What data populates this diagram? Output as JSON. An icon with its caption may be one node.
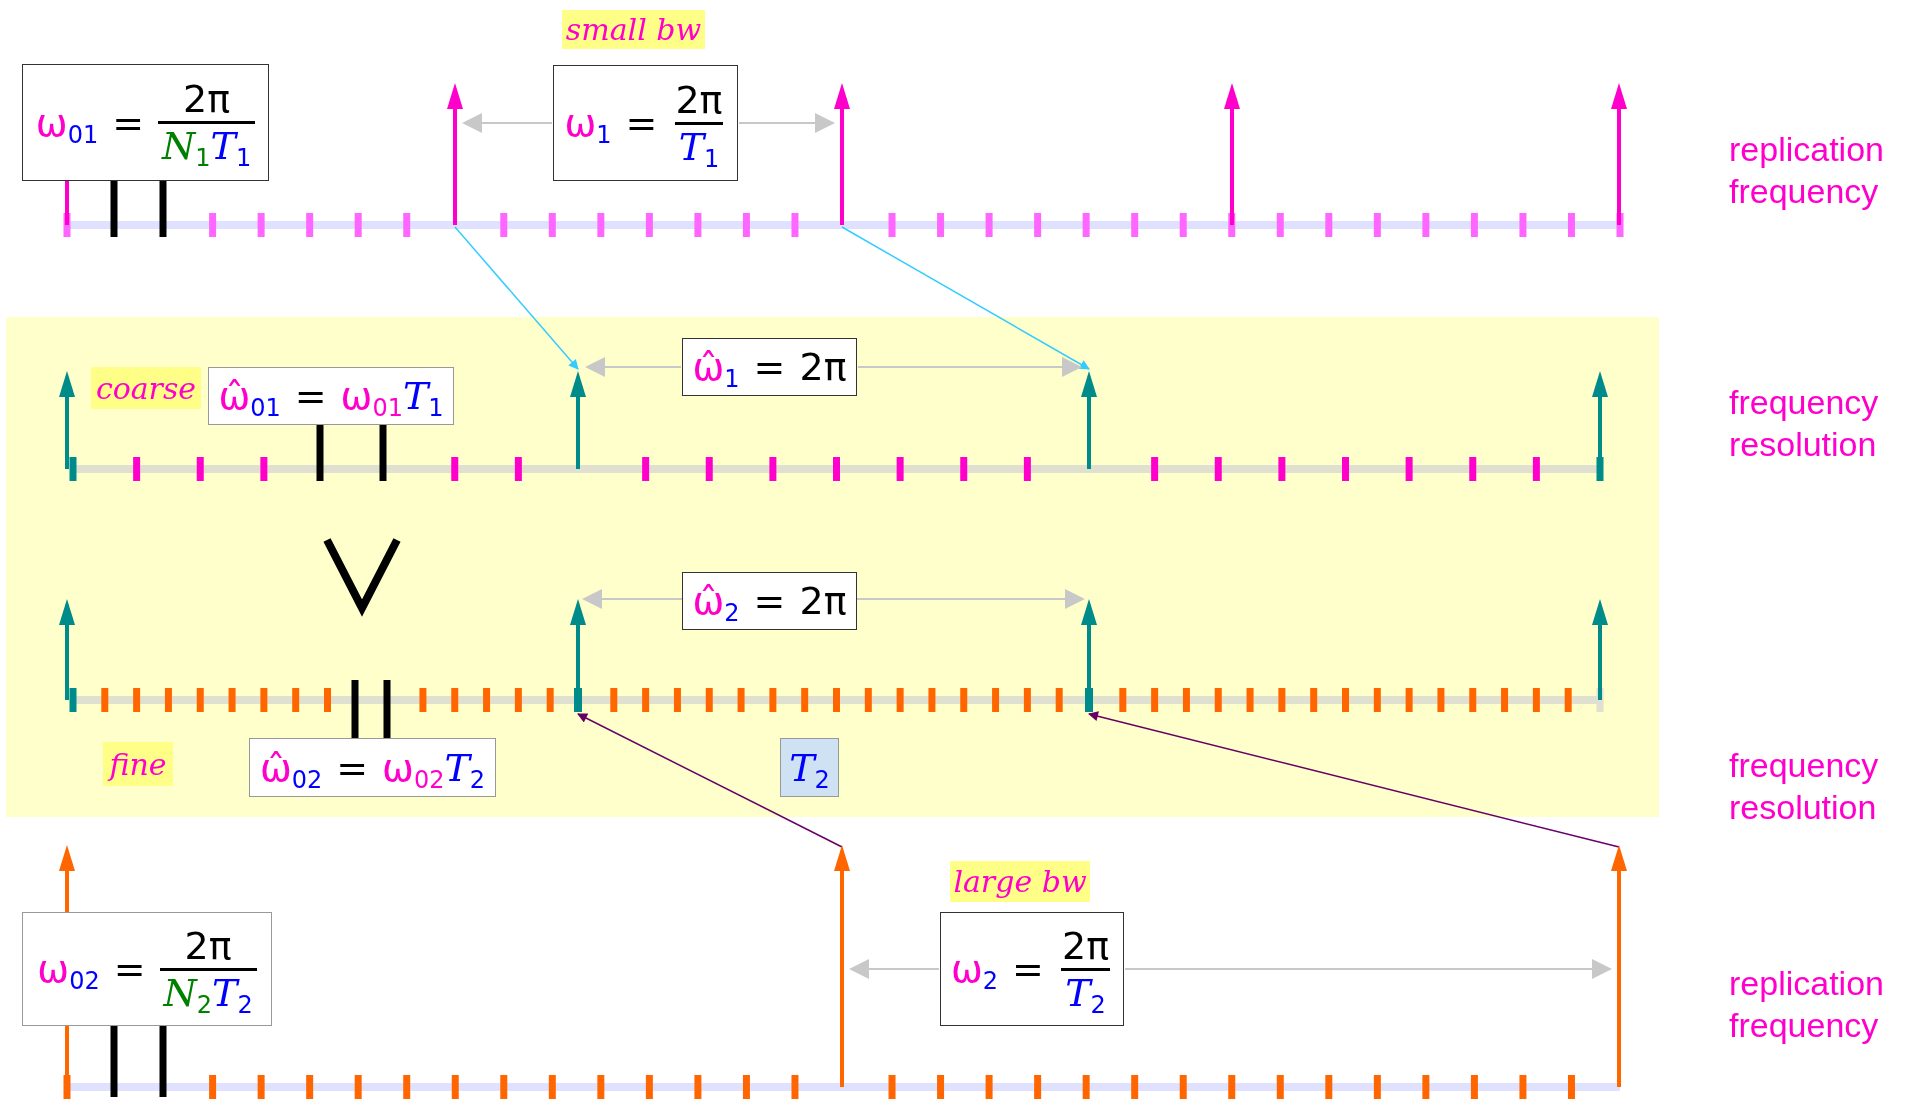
{
  "diagram": {
    "nodes": [
      {
        "text": [
          "small bw"
        ]
      },
      {
        "text": [
          "ω$_{01}$",
          "=",
          "2π",
          "*N*$_{1}$*T*$_{1}$"
        ]
      },
      {
        "text": [
          "ω$_{1}$",
          "=",
          "2π",
          "*T*$_{1}$"
        ]
      },
      {
        "text": [],
        "shape": "arrow"
      },
      {
        "text": [],
        "shape": "arrow"
      },
      {
        "text": [
          "coarse"
        ]
      },
      {
        "text": [
          "ω̂$_{01}$",
          "=",
          "ω$_{01}$*T*$_{1}$"
        ]
      },
      {
        "text": [
          "ω̂$_{1}$",
          "=",
          "2π"
        ]
      },
      {
        "text": [],
        "shape": "arrow"
      },
      {
        "text": [],
        "shape": "arrow"
      },
      {
        "text": [
          "ω̂$_{2}$",
          "=",
          "2π"
        ]
      },
      {
        "text": [],
        "shape": "bar"
      },
      {
        "text": [],
        "shape": "bar"
      },
      {
        "text": [
          "fine"
        ]
      },
      {
        "text": [
          "ω̂$_{02}$",
          "=",
          "ω$_{02}$*T*$_{2}$"
        ]
      },
      {
        "text": [
          "*T*$_{2}$"
        ]
      },
      {
        "text": [
          "large bw"
        ]
      },
      {
        "text": [
          "ω$_{02}$",
          "=",
          "2π",
          "*N*$_{2}$*T*$_{2}$"
        ]
      },
      {
        "text": [],
        "shape": "arrow"
      },
      {
        "text": [],
        "shape": "arrow"
      },
      {
        "text": [
          "ω$_{2}$",
          "=",
          "2π",
          "*T*$_{2}$"
        ]
      }
    ],
    "edges": [
      {
        "from": 3,
        "to": 8,
        "arrow": "to",
        "color": "#33ccff"
      },
      {
        "from": 4,
        "to": 9,
        "arrow": "to",
        "color": "#33ccff"
      },
      {
        "from": 18,
        "to": 11,
        "arrow": "to",
        "color": "#660066"
      },
      {
        "from": 19,
        "to": 12,
        "arrow": "to",
        "color": "#660066"
      },
      {
        "from": 2,
        "to": 3,
        "arrow": "to",
        "color": "#c8c8c8"
      },
      {
        "from": 2,
        "to": 4,
        "arrow": "to",
        "color": "#c8c8c8"
      },
      {
        "from": 7,
        "to": 8,
        "arrow": "to",
        "color": "#c8c8c8"
      },
      {
        "from": 7,
        "to": 9,
        "arrow": "to",
        "color": "#c8c8c8"
      },
      {
        "from": 20,
        "to": 18,
        "arrow": "to",
        "color": "#c8c8c8"
      },
      {
        "from": 20,
        "to": 19,
        "arrow": "to",
        "color": "#c8c8c8"
      }
    ],
    "labels": [
      "replication frequency",
      "frequency resolution",
      "frequency resolution",
      "replication frequency"
    ]
  }
}
